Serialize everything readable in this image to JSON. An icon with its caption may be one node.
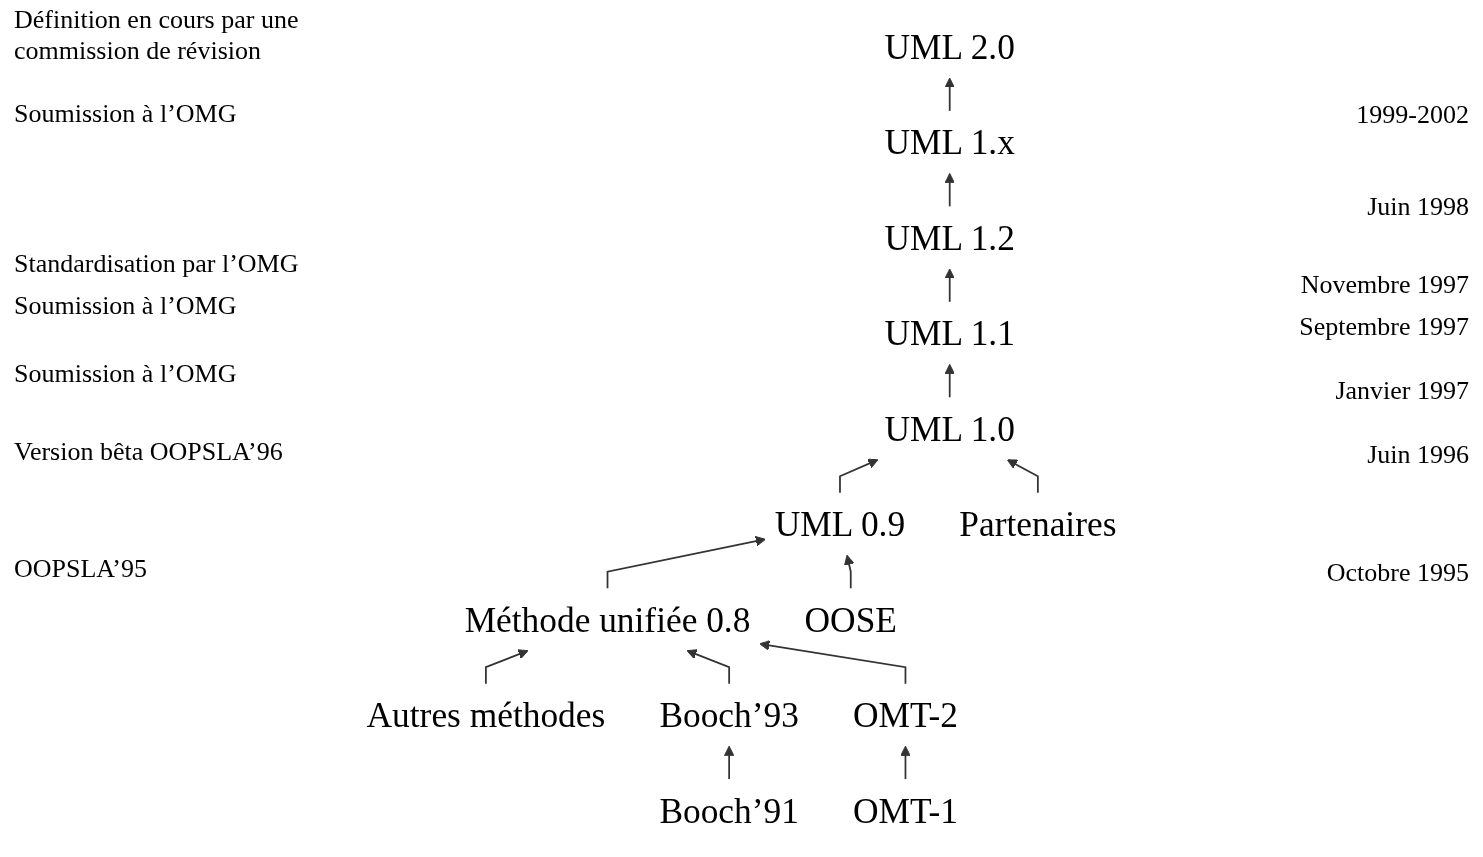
{
  "diagram": {
    "nodes": [
      {
        "text": [
          "UML 2.0"
        ]
      },
      {
        "text": [
          "UML 1.x"
        ]
      },
      {
        "text": [
          "UML 1.2"
        ]
      },
      {
        "text": [
          "UML 1.1"
        ]
      },
      {
        "text": [
          "UML 1.0"
        ]
      },
      {
        "text": [
          "UML 0.9"
        ]
      },
      {
        "text": [
          "Méthode unifiée 0.8"
        ]
      },
      {
        "text": [
          "Booch’93"
        ]
      },
      {
        "text": [
          "OMT-2"
        ]
      },
      {
        "text": [
          "Autres méthodes"
        ]
      },
      {
        "text": [
          "Booch’91"
        ]
      },
      {
        "text": [
          "OMT-1"
        ]
      },
      {
        "text": [
          "OOSE"
        ]
      },
      {
        "text": [
          "Partenaires"
        ]
      }
    ],
    "edges": [
      {
        "from": 1,
        "to": 0,
        "arrow": "to"
      },
      {
        "from": 2,
        "to": 1,
        "arrow": "to"
      },
      {
        "from": 3,
        "to": 2,
        "arrow": "to"
      },
      {
        "from": 4,
        "to": 3,
        "arrow": "to"
      },
      {
        "from": 5,
        "to": 4,
        "arrow": "to"
      },
      {
        "from": 6,
        "to": 5,
        "arrow": "to"
      },
      {
        "from": 9,
        "to": 6,
        "arrow": "to"
      },
      {
        "from": 7,
        "to": 6,
        "arrow": "to"
      },
      {
        "from": 8,
        "to": 6,
        "arrow": "to"
      },
      {
        "from": 10,
        "to": 7,
        "arrow": "to"
      },
      {
        "from": 11,
        "to": 8,
        "arrow": "to"
      },
      {
        "from": 12,
        "to": 5,
        "arrow": "to"
      },
      {
        "from": 13,
        "to": 4,
        "arrow": "to"
      }
    ],
    "labels": [
      "Définition en cours par une commission de révision",
      "Soumission à l’OMG",
      "1999-2002",
      "Juin 1998",
      "Standardisation par l’OMG",
      "Soumission à l’OMG",
      "Novembre 1997",
      "Septembre 1997",
      "Soumission à l’OMG",
      "Janvier 1997",
      "Version bêta OOPSLA’96",
      "Juin 1996",
      "OOPSLA’95",
      "Octobre 1995"
    ]
  }
}
